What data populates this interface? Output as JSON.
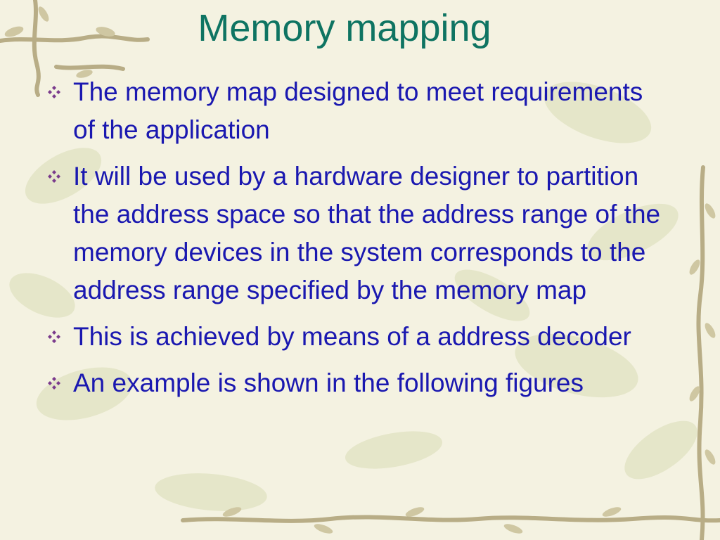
{
  "slide": {
    "title": "Memory mapping",
    "bullets": [
      {
        "text": "The memory map designed to meet requirements of the application"
      },
      {
        "text": "It will be used by a hardware designer to partition the address space so that the address range of the memory devices in the system corresponds to the address range specified by the memory map"
      },
      {
        "text": "This is achieved by means of a address decoder"
      },
      {
        "text": "An example is shown in the following figures"
      }
    ]
  },
  "colors": {
    "title": "#0e7462",
    "bullet_text": "#1a18b0",
    "bullet_marker": "#7a3a8c",
    "background": "#f4f2e1"
  },
  "icons": {
    "bullet_marker": "four-diamond-bullet-icon"
  }
}
